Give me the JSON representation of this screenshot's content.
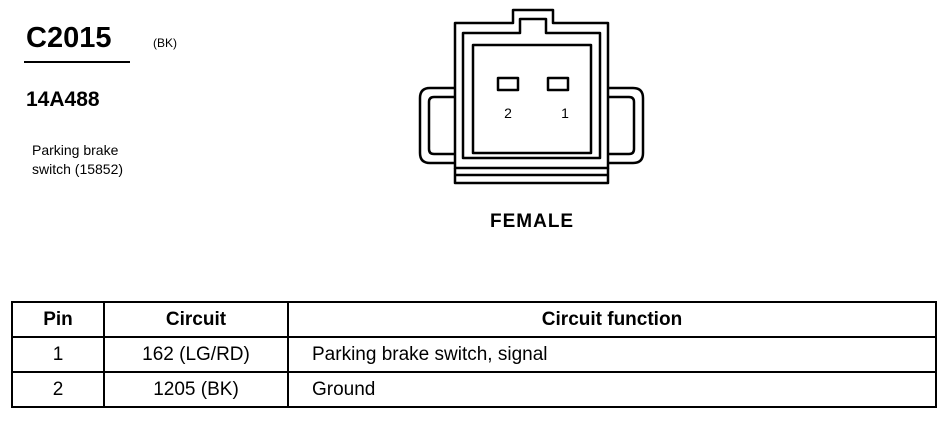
{
  "connector": {
    "id": "C2015",
    "color": "(BK)",
    "part_number": "14A488",
    "description_line1": "Parking brake",
    "description_line2": "switch (15852)",
    "gender": "FEMALE",
    "cavity_labels": [
      "2",
      "1"
    ]
  },
  "table": {
    "headers": {
      "pin": "Pin",
      "circuit": "Circuit",
      "function": "Circuit function"
    },
    "rows": [
      {
        "pin": "1",
        "circuit": "162 (LG/RD)",
        "function": "Parking brake switch, signal"
      },
      {
        "pin": "2",
        "circuit": "1205 (BK)",
        "function": "Ground"
      }
    ]
  }
}
